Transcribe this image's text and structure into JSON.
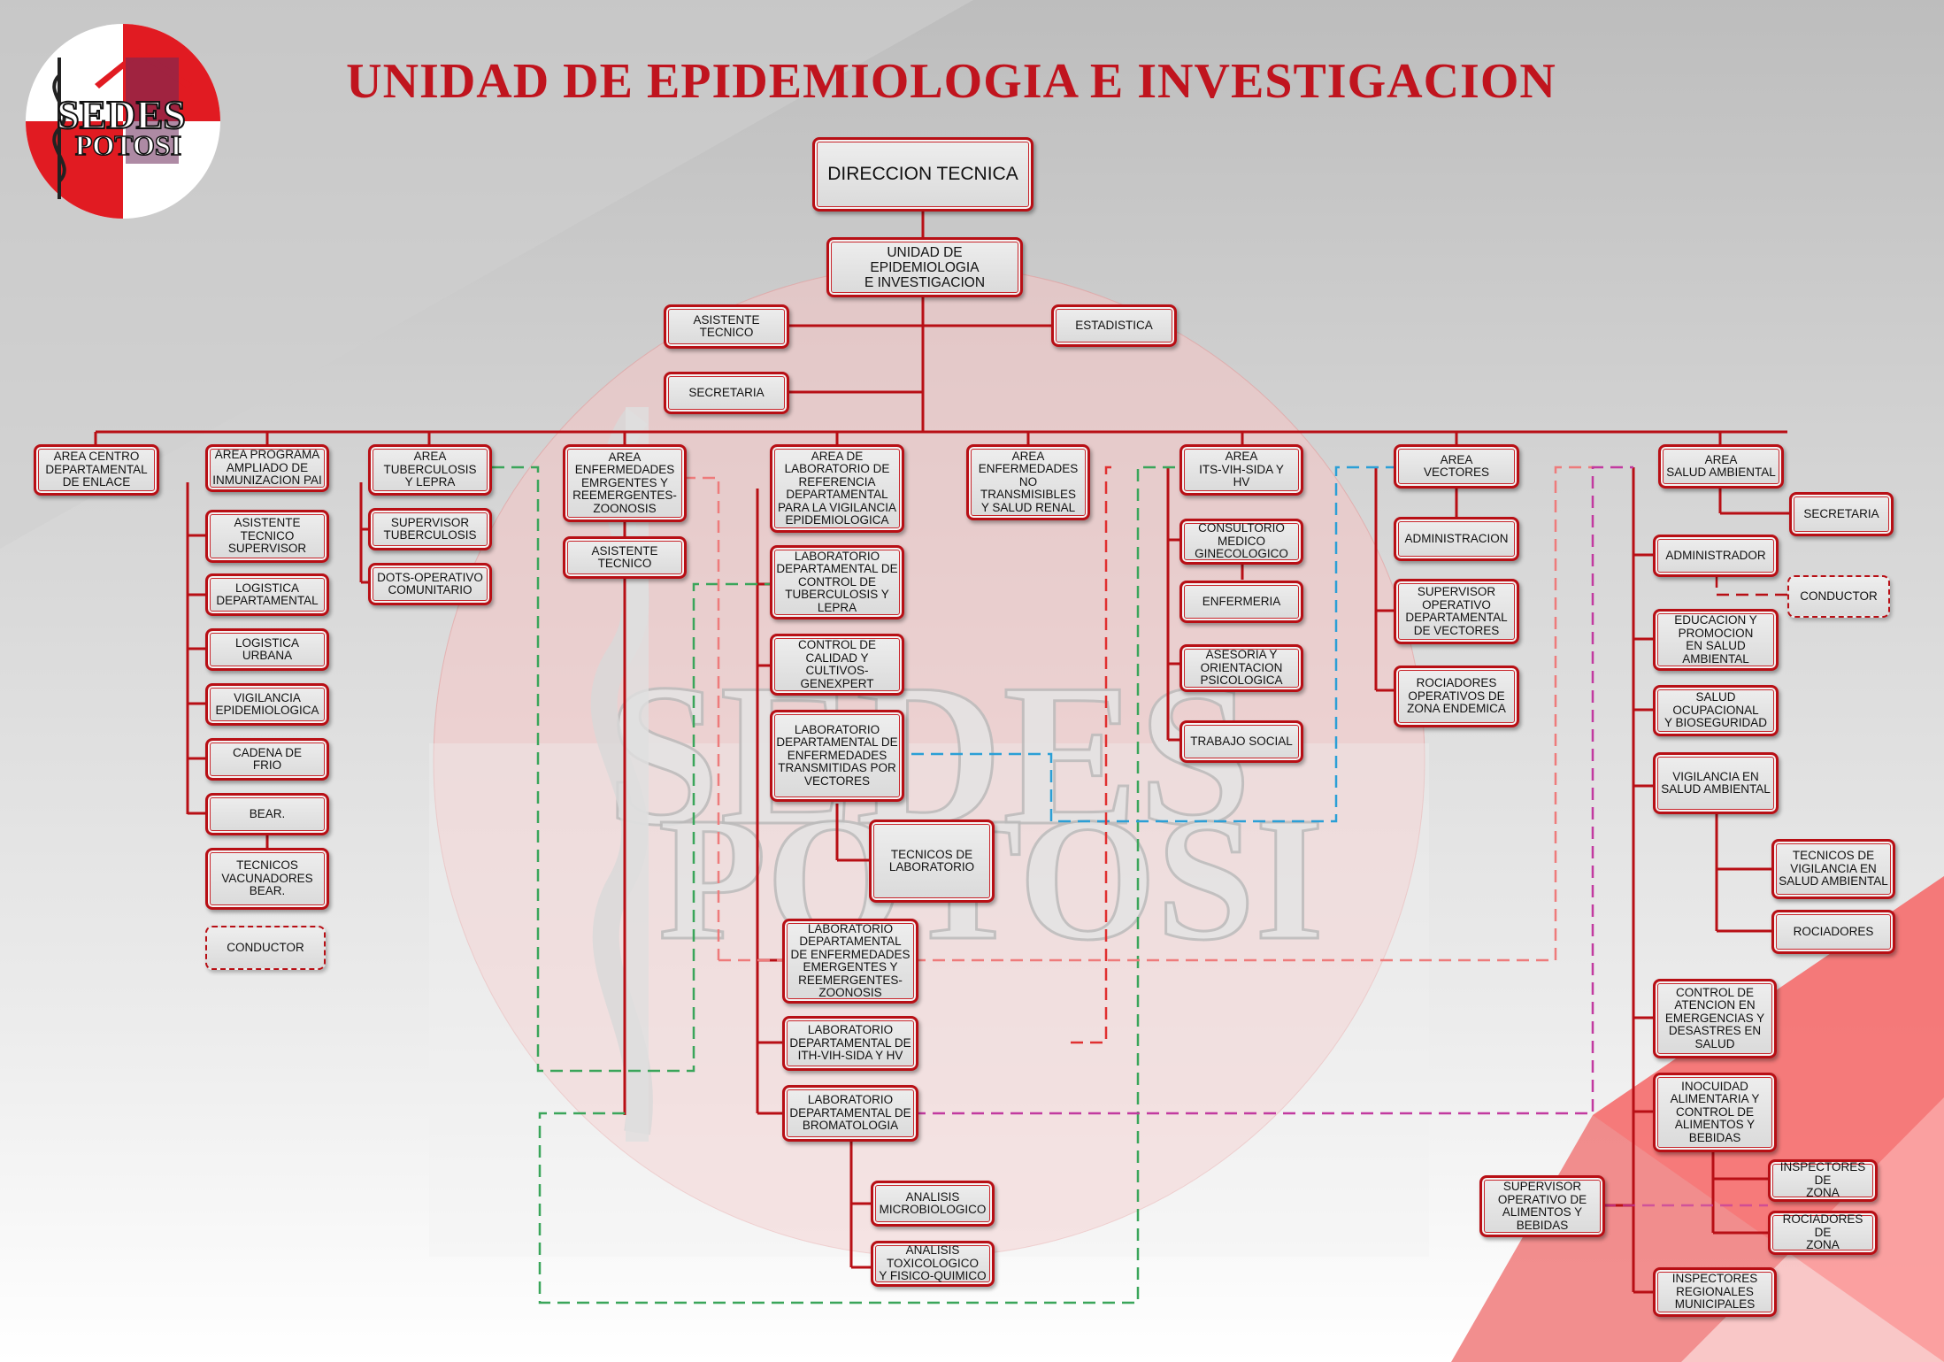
{
  "title": "UNIDAD DE EPIDEMIOLOGIA E INVESTIGACION",
  "logo": {
    "line1": "SEDES",
    "line2": "POTOSI"
  },
  "colors": {
    "accent": "#c0141e",
    "node_border": "#b80f15",
    "green": "#3aa55a",
    "blue": "#2b9fd6",
    "pink": "#ee7b7b",
    "magenta": "#c23aa0"
  },
  "nodes": {
    "direccion": "DIRECCION TECNICA",
    "unidad": "UNIDAD DE\nEPIDEMIOLOGIA\nE INVESTIGACION",
    "asistente": "ASISTENTE\nTECNICO",
    "estadistica": "ESTADISTICA",
    "secretaria": "SECRETARIA",
    "enlace": "AREA CENTRO\nDEPARTAMENTAL\nDE ENLACE",
    "pai": "AREA  PROGRAMA\nAMPLIADO DE\nINMUNIZACION PAI",
    "pai_asist": "ASISTENTE\nTECNICO\nSUPERVISOR",
    "pai_logdep": "LOGISTICA\nDEPARTAMENTAL",
    "pai_logurb": "LOGISTICA\nURBANA",
    "pai_vigil": "VIGILANCIA\nEPIDEMIOLOGICA",
    "pai_cadena": "CADENA DE\nFRIO",
    "pai_bear": "BEAR.",
    "pai_tecvac": "TECNICOS\nVACUNADORES\nBEAR.",
    "pai_conductor": "CONDUCTOR",
    "tb": "AREA\nTUBERCULOSIS\nY LEPRA",
    "tb_sup": "SUPERVISOR\nTUBERCULOSIS",
    "tb_dots": "DOTS-OPERATIVO\nCOMUNITARIO",
    "eez": "AREA\nENFERMEDADES\nEMRGENTES Y\nREEMERGENTES-\nZOONOSIS",
    "eez_asist": "ASISTENTE\nTECNICO",
    "lab": "AREA DE\nLABORATORIO DE\nREFERENCIA\nDEPARTAMENTAL\nPARA  LA VIGILANCIA\nEPIDEMIOLOGICA",
    "lab_tb": "LABORATORIO\nDEPARTAMENTAL DE\nCONTROL DE\nTUBERCULOSIS Y\nLEPRA",
    "lab_cc": "CONTROL DE\nCALIDAD Y CULTIVOS-\nGENEXPERT",
    "lab_vect": "LABORATORIO\nDEPARTAMENTAL DE\nENFERMEDADES\nTRANSMITIDAS POR\nVECTORES",
    "lab_tec": "TECNICOS DE\nLABORATORIO",
    "lab_eez": "LABORATORIO\nDEPARTAMENTAL\nDE ENFERMEDADES\nEMERGENTES Y\nREEMERGENTES-\nZOONOSIS",
    "lab_its": "LABORATORIO\nDEPARTAMENTAL DE\nITH-VIH-SIDA Y HV",
    "lab_brom": "LABORATORIO\nDEPARTAMENTAL DE\nBROMATOLOGIA",
    "lab_micro": "ANALISIS\nMICROBIOLOGICO",
    "lab_toxi": "ANALISIS\nTOXICOLOGICO\nY FISICO-QUIMICO",
    "ent": "AREA\nENFERMEDADES\nNO TRANSMISIBLES\nY SALUD RENAL",
    "its": "AREA\nITS-VIH-SIDA Y\nHV",
    "its_cons": "CONSULTORIO\nMEDICO\nGINECOLOGICO",
    "its_enf": "ENFERMERIA",
    "its_ase": "ASESORIA Y\nORIENTACION\nPSICOLOGICA",
    "its_ts": "TRABAJO SOCIAL",
    "vec": "AREA\nVECTORES",
    "vec_adm": "ADMINISTRACION",
    "vec_sup": "SUPERVISOR\nOPERATIVO\nDEPARTAMENTAL\nDE VECTORES",
    "vec_roc": "ROCIADORES\nOPERATIVOS DE\nZONA ENDEMICA",
    "sa": "AREA\nSALUD AMBIENTAL",
    "sa_sec": "SECRETARIA",
    "sa_adm": "ADMINISTRADOR",
    "sa_cond": "CONDUCTOR",
    "sa_edu": "EDUCACION Y\nPROMOCION\nEN SALUD\nAMBIENTAL",
    "sa_ocup": "SALUD\nOCUPACIONAL\nY BIOSEGURIDAD",
    "sa_vig": "VIGILANCIA EN\nSALUD AMBIENTAL",
    "sa_tecvig": "TECNICOS DE\nVIGILANCIA EN\nSALUD  AMBIENTAL",
    "sa_roc": "ROCIADORES",
    "sa_ctrl": "CONTROL DE\nATENCION EN\nEMERGENCIAS Y\nDESASTRES EN\nSALUD",
    "sa_inoc": "INOCUIDAD\nALIMENTARIA Y\nCONTROL DE\nALIMENTOS Y\nBEBIDAS",
    "sa_insp": "INSPECTORES DE\nZONA",
    "sa_rocz": "ROCIADORES DE\nZONA",
    "sa_supal": "SUPERVISOR\nOPERATIVO DE\nALIMENTOS Y\nBEBIDAS",
    "sa_insreg": "INSPECTORES\nREGIONALES\nMUNICIPALES"
  }
}
